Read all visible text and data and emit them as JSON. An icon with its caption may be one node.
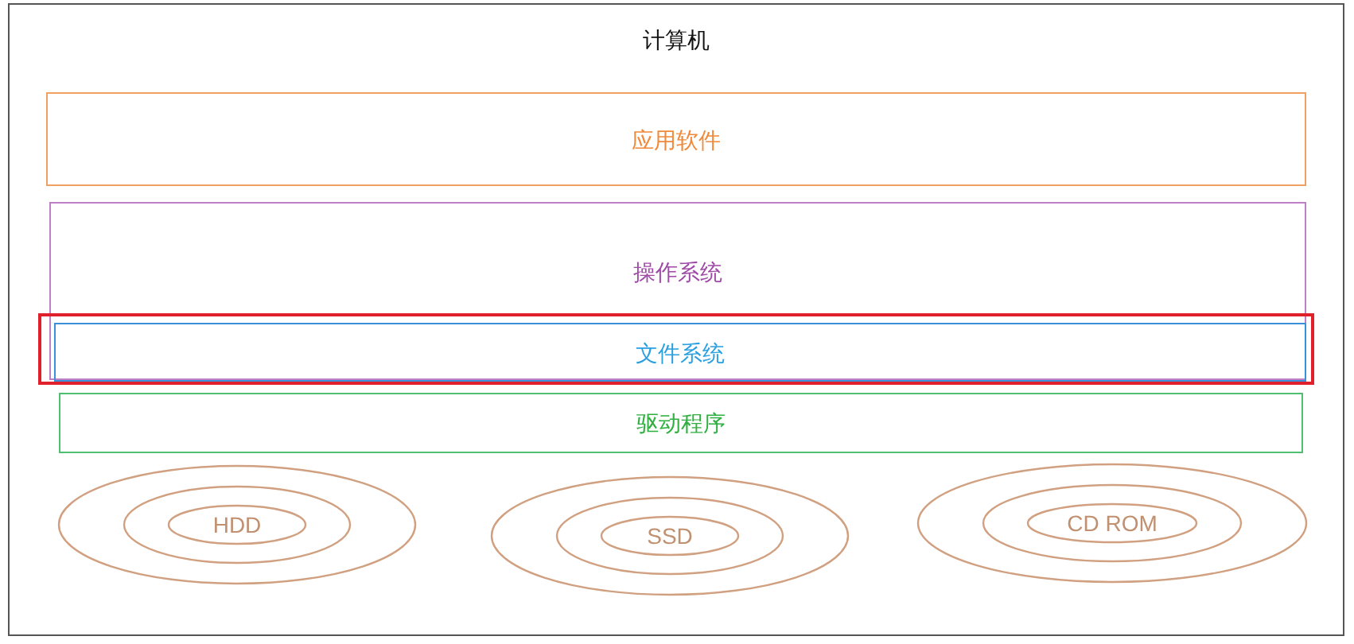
{
  "diagram": {
    "nodes": [
      {
        "text": [
          "计算机"
        ]
      },
      {
        "text": [
          "应用软件"
        ],
        "in": 0
      },
      {
        "text": [
          "操作系统"
        ],
        "in": 0
      },
      {
        "text": [],
        "shape": "box",
        "in": 0
      },
      {
        "text": [
          "文件系统"
        ],
        "in": 3
      },
      {
        "text": [
          "驱动程序"
        ],
        "in": 0
      },
      {
        "text": [
          "HDD"
        ],
        "in": 0
      },
      {
        "text": [
          "SSD"
        ],
        "in": 0
      },
      {
        "text": [
          "CD ROM"
        ],
        "in": 0
      }
    ]
  }
}
